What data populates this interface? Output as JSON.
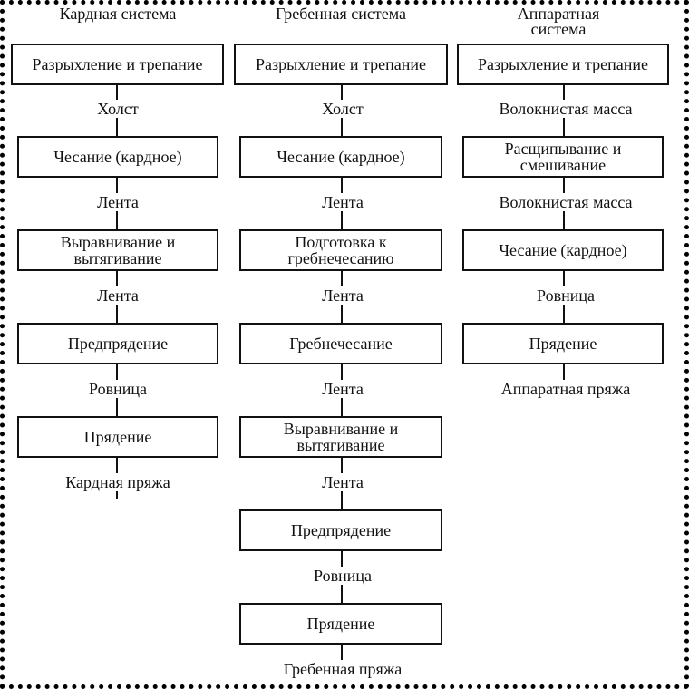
{
  "columns": [
    {
      "title": "Кардная система",
      "boxes": [
        "Разрыхление и трепание",
        "Чесание (кардное)",
        "Выравнивание и\nвытягивание",
        "Предпрядение",
        "Прядение"
      ],
      "labels": [
        "Холст",
        "Лента",
        "Лента",
        "Ровница",
        "Кардная пряжа"
      ]
    },
    {
      "title": "Гребенная система",
      "boxes": [
        "Разрыхление и трепание",
        "Чесание (кардное)",
        "Подготовка к\nгребнечесанию",
        "Гребнечесание",
        "Выравнивание и\nвытягивание",
        "Предпрядение",
        "Прядение"
      ],
      "labels": [
        "Холст",
        "Лента",
        "Лента",
        "Лента",
        "Лента",
        "Ровница",
        "Гребенная пряжа"
      ]
    },
    {
      "title": "Аппаратная\nсистема",
      "boxes": [
        "Разрыхление и трепание",
        "Расщипывание и\nсмешивание",
        "Чесание (кардное)",
        "Прядение"
      ],
      "labels": [
        "Волокнистая масса",
        "Волокнистая масса",
        "Ровница",
        "Аппаратная пряжа"
      ]
    }
  ]
}
